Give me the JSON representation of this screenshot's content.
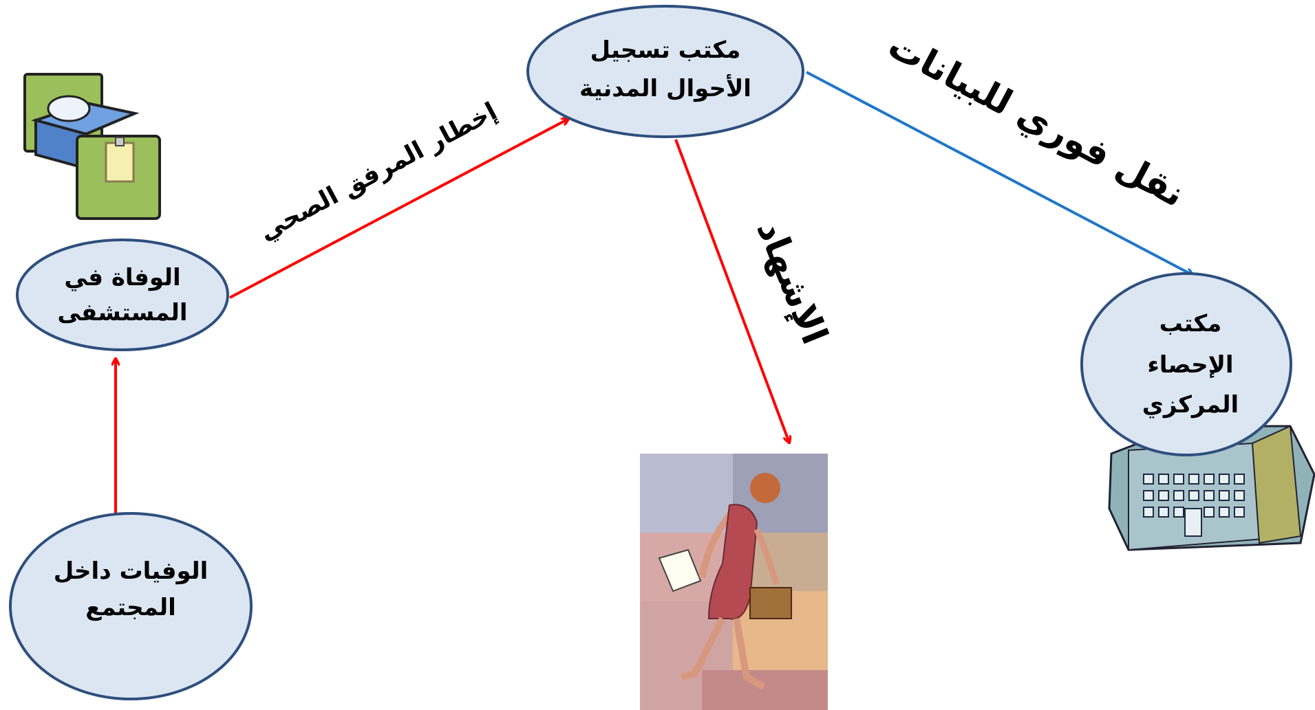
{
  "nodes": {
    "community_deaths": {
      "line1": "الوفيات داخل",
      "line2": "المجتمع"
    },
    "hospital_death": {
      "line1": "الوفاة في",
      "line2": "المستشفى"
    },
    "civil_registry": {
      "line1": "مكتب تسجيل",
      "line2": "الأحوال المدنية"
    },
    "statistics_office": {
      "line1": "مكتب",
      "line2": "الإحصاء",
      "line3": "المركزي"
    }
  },
  "edges": {
    "facility_notification": "إخطار المرفق الصحي",
    "immediate_transfer": "نقل فوري للبيانات",
    "certification": "الإشهاد"
  },
  "colors": {
    "node_fill": "#dce6f2",
    "node_stroke": "#2e4f7e",
    "red_arrow": "#ff0000",
    "blue_arrow": "#1f77c8"
  },
  "icons": [
    "hospital-bed-icon",
    "businesswoman-icon",
    "office-building-icon"
  ]
}
